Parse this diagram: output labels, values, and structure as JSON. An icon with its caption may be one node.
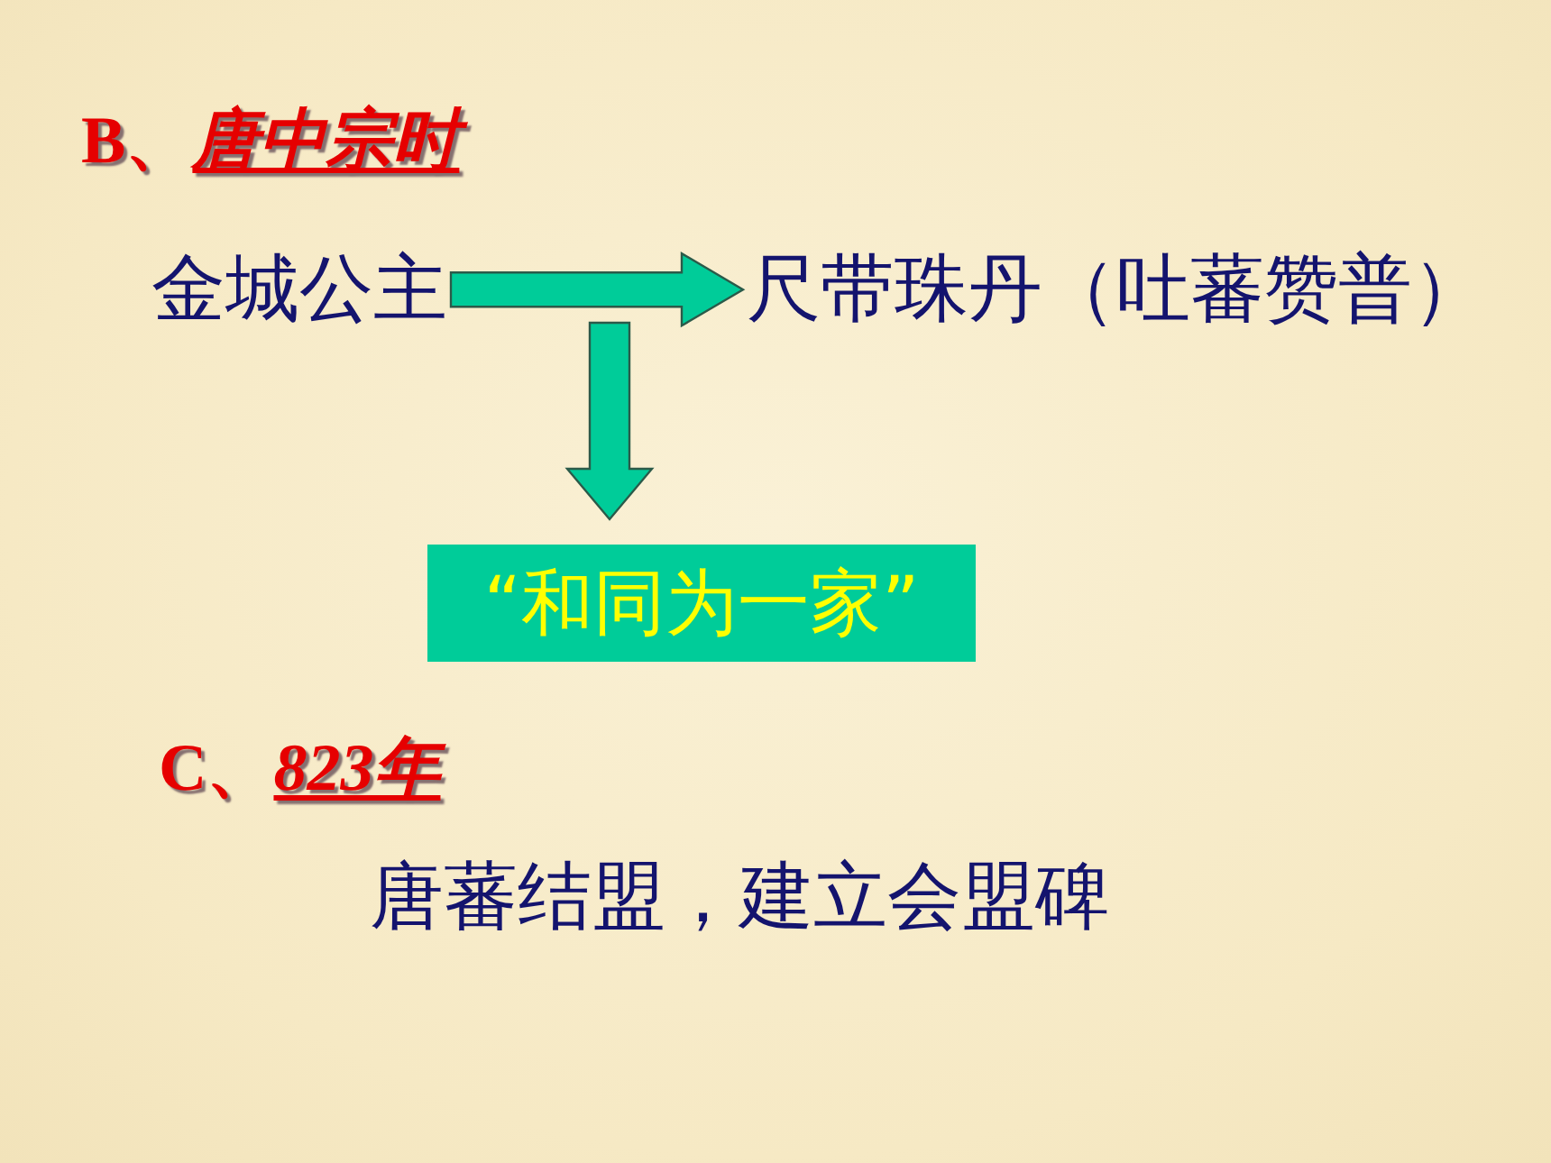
{
  "diagram": {
    "nodes": [
      {
        "text": [
          "金城公主"
        ]
      },
      {
        "text": [
          "尺带珠丹（吐蕃赞普）"
        ]
      },
      {
        "text": [
          "“和同为一家”"
        ]
      }
    ],
    "edges": [
      {
        "from": 0,
        "to": 1,
        "arrow": "to"
      },
      {
        "from": null,
        "to": 2,
        "arrow": "to"
      }
    ],
    "labels": [
      "B、*唐中宗时*",
      "C、*823年*",
      "唐蕃结盟，建立会盟碑"
    ]
  }
}
